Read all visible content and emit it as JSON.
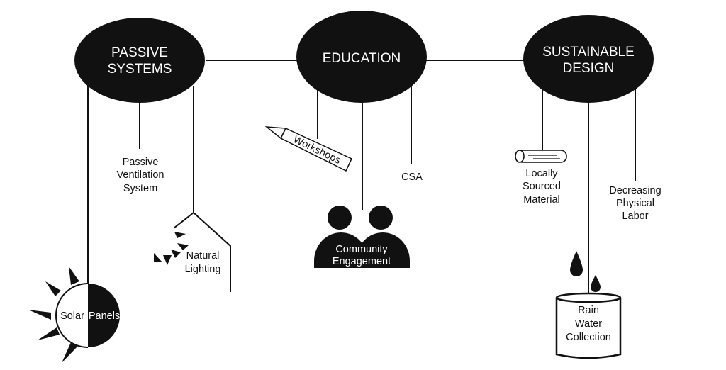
{
  "colors": {
    "ink": "#111111",
    "paper": "#ffffff"
  },
  "hubs": {
    "passive": {
      "line1": "PASSIVE",
      "line2": "SYSTEMS"
    },
    "education": {
      "line1": "EDUCATION"
    },
    "sustainable": {
      "line1": "SUSTAINABLE",
      "line2": "DESIGN"
    }
  },
  "nodes": {
    "passive_ventilation": {
      "line1": "Passive",
      "line2": "Ventilation",
      "line3": "System"
    },
    "natural_lighting": {
      "line1": "Natural",
      "line2": "Lighting",
      "icon": "window-light-icon"
    },
    "solar_panels": {
      "left": "Solar",
      "right": "Panels",
      "icon": "sun-icon"
    },
    "workshops": {
      "label": "Workshops",
      "icon": "pencil-icon"
    },
    "community_engagement": {
      "line1": "Community",
      "line2": "Engagement",
      "icon": "people-icon"
    },
    "csa": {
      "label": "CSA"
    },
    "locally_sourced": {
      "line1": "Locally",
      "line2": "Sourced",
      "line3": "Material",
      "icon": "log-icon"
    },
    "decreasing_labor": {
      "line1": "Decreasing",
      "line2": "Physical",
      "line3": "Labor"
    },
    "rain_water": {
      "line1": "Rain",
      "line2": "Water",
      "line3": "Collection",
      "icon": "rain-barrel-icon"
    }
  }
}
